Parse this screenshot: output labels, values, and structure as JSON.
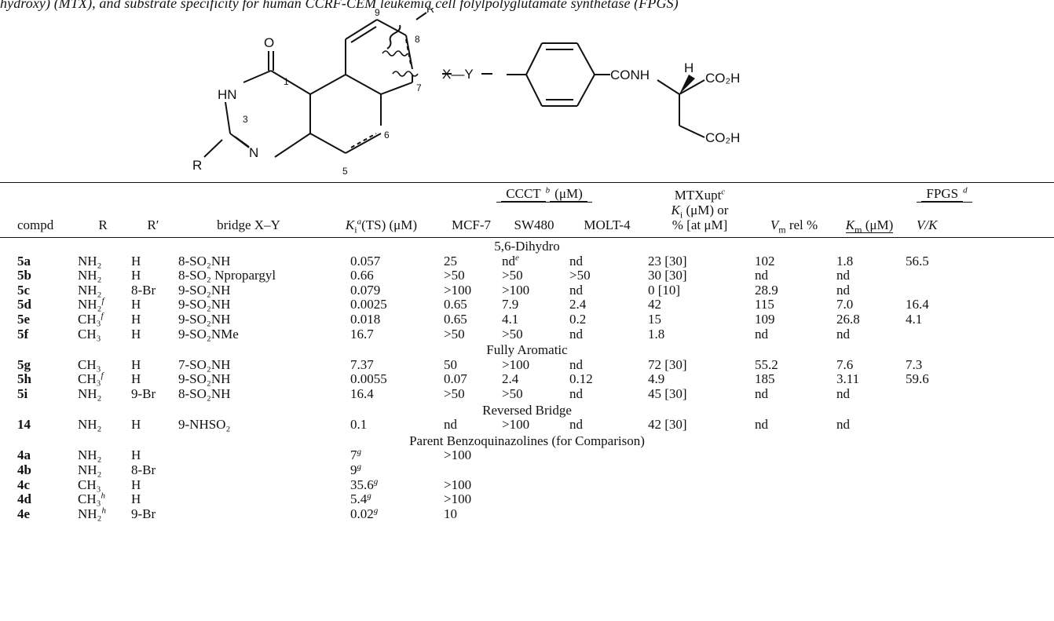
{
  "intro_text": "hydroxy) (MTX), and substrate specificity for human CCRF-CEM leukemia cell folylpolyglutamate synthetase (FPGS)",
  "structure": {
    "labels": {
      "o": "O",
      "hn": "HN",
      "n": "N",
      "r": "R",
      "rprime": "R'",
      "pos1": "1",
      "pos3": "3",
      "pos5": "5",
      "pos6": "6",
      "pos7": "7",
      "pos8": "8",
      "pos9": "9",
      "xy": "X—Y",
      "conh": "CONH",
      "h": "H",
      "co2h_top": "CO₂H",
      "co2h_bottom": "CO₂H"
    }
  },
  "table": {
    "headers": {
      "compd": "compd",
      "r": "R",
      "rprime": "R′",
      "bridge": "bridge X–Y",
      "ki_main": "K",
      "ki_sub": "i",
      "ki_sup": "a",
      "ki_tail": "(TS) (μM)",
      "ccct_main": "CCCT",
      "ccct_sup": "b",
      "ccct_tail": " (μM)",
      "mcf7": "MCF-7",
      "sw480": "SW480",
      "molt4": "MOLT-4",
      "mtx_line1": "MTXupt",
      "mtx_sup": "c",
      "mtx_line2_main": "K",
      "mtx_line2_sub": "i",
      "mtx_line2_tail": " (μM) or",
      "mtx_line3": "% [at μM]",
      "vm_main": "V",
      "vm_sub": "m",
      "vm_tail": " rel %",
      "fpgs_main": "FPGS",
      "fpgs_sup": "d",
      "km_main": "K",
      "km_sub": "m",
      "km_tail": " (μM)",
      "vk": "V/K"
    },
    "sections": [
      {
        "title": "5,6-Dihydro",
        "rows": [
          {
            "id": "5a",
            "r": "NH₂",
            "rp": "H",
            "bridge": "8-SO₂NH",
            "ki": "0.057",
            "mcf7": "25",
            "sw480": "nd",
            "sw480_sup": "e",
            "molt4": "nd",
            "mtx": "23 [30]",
            "vm": "102",
            "km": "1.8",
            "vk": "56.5"
          },
          {
            "id": "5b",
            "r": "NH₂",
            "rp": "H",
            "bridge": "8-SO₂ Npropargyl",
            "ki": "0.66",
            "mcf7": ">50",
            "sw480": ">50",
            "molt4": ">50",
            "mtx": "30 [30]",
            "vm": "nd",
            "km": "nd",
            "vk": ""
          },
          {
            "id": "5c",
            "r": "NH₂",
            "rp": "8-Br",
            "bridge": "9-SO₂NH",
            "ki": "0.079",
            "mcf7": ">100",
            "sw480": ">100",
            "molt4": "nd",
            "mtx": "0 [10]",
            "vm": "28.9",
            "km": "nd",
            "vk": ""
          },
          {
            "id": "5d",
            "r": "NH₂",
            "r_sup": "f",
            "rp": "H",
            "bridge": "9-SO₂NH",
            "ki": "0.0025",
            "mcf7": "0.65",
            "sw480": "7.9",
            "molt4": "2.4",
            "mtx": "42",
            "vm": "115",
            "km": "7.0",
            "vk": "16.4"
          },
          {
            "id": "5e",
            "r": "CH₃",
            "r_sup": "f",
            "rp": "H",
            "bridge": "9-SO₂NH",
            "ki": "0.018",
            "mcf7": "0.65",
            "sw480": "4.1",
            "molt4": "0.2",
            "mtx": "15",
            "vm": "109",
            "km": "26.8",
            "vk": "4.1"
          },
          {
            "id": "5f",
            "r": "CH₃",
            "rp": "H",
            "bridge": "9-SO₂NMe",
            "ki": "16.7",
            "mcf7": ">50",
            "sw480": ">50",
            "molt4": "nd",
            "mtx": "1.8",
            "vm": "nd",
            "km": "nd",
            "vk": ""
          }
        ]
      },
      {
        "title": "Fully Aromatic",
        "rows": [
          {
            "id": "5g",
            "r": "CH₃",
            "rp": "H",
            "bridge": "7-SO₂NH",
            "ki": "7.37",
            "mcf7": "50",
            "sw480": ">100",
            "molt4": "nd",
            "mtx": "72 [30]",
            "vm": "55.2",
            "km": "7.6",
            "vk": "7.3"
          },
          {
            "id": "5h",
            "r": "CH₃",
            "r_sup": "f",
            "rp": "H",
            "bridge": "9-SO₂NH",
            "ki": "0.0055",
            "mcf7": "0.07",
            "sw480": "2.4",
            "molt4": "0.12",
            "mtx": "4.9",
            "vm": "185",
            "km": "3.11",
            "vk": "59.6"
          },
          {
            "id": "5i",
            "r": "NH₂",
            "rp": "9-Br",
            "bridge": "8-SO₂NH",
            "ki": "16.4",
            "mcf7": ">50",
            "sw480": ">50",
            "molt4": "nd",
            "mtx": "45 [30]",
            "vm": "nd",
            "km": "nd",
            "vk": ""
          }
        ]
      },
      {
        "title": "Reversed Bridge",
        "rows": [
          {
            "id": "14",
            "r": "NH₂",
            "rp": "H",
            "bridge": "9-NHSO₂",
            "ki": "0.1",
            "mcf7": "nd",
            "sw480": ">100",
            "molt4": "nd",
            "mtx": "42 [30]",
            "vm": "nd",
            "km": "nd",
            "vk": ""
          }
        ]
      },
      {
        "title": "Parent Benzoquinazolines (for Comparison)",
        "rows": [
          {
            "id": "4a",
            "r": "NH₂",
            "rp": "H",
            "bridge": "",
            "ki": "7",
            "ki_sup": "g",
            "mcf7": ">100",
            "sw480": "",
            "molt4": "",
            "mtx": "",
            "vm": "",
            "km": "",
            "vk": ""
          },
          {
            "id": "4b",
            "r": "NH₂",
            "rp": "8-Br",
            "bridge": "",
            "ki": "9",
            "ki_sup": "g",
            "mcf7": "",
            "sw480": "",
            "molt4": "",
            "mtx": "",
            "vm": "",
            "km": "",
            "vk": ""
          },
          {
            "id": "4c",
            "r": "CH₃",
            "rp": "H",
            "bridge": "",
            "ki": "35.6",
            "ki_sup": "g",
            "mcf7": ">100",
            "sw480": "",
            "molt4": "",
            "mtx": "",
            "vm": "",
            "km": "",
            "vk": ""
          },
          {
            "id": "4d",
            "r": "CH₃",
            "r_sup": "h",
            "rp": "H",
            "bridge": "",
            "ki": "5.4",
            "ki_sup": "g",
            "mcf7": ">100",
            "sw480": "",
            "molt4": "",
            "mtx": "",
            "vm": "",
            "km": "",
            "vk": ""
          },
          {
            "id": "4e",
            "r": "NH₂",
            "r_sup": "h",
            "rp": "9-Br",
            "bridge": "",
            "ki": "0.02",
            "ki_sup": "g",
            "mcf7": "10",
            "sw480": "",
            "molt4": "",
            "mtx": "",
            "vm": "",
            "km": "",
            "vk": ""
          }
        ]
      }
    ]
  }
}
